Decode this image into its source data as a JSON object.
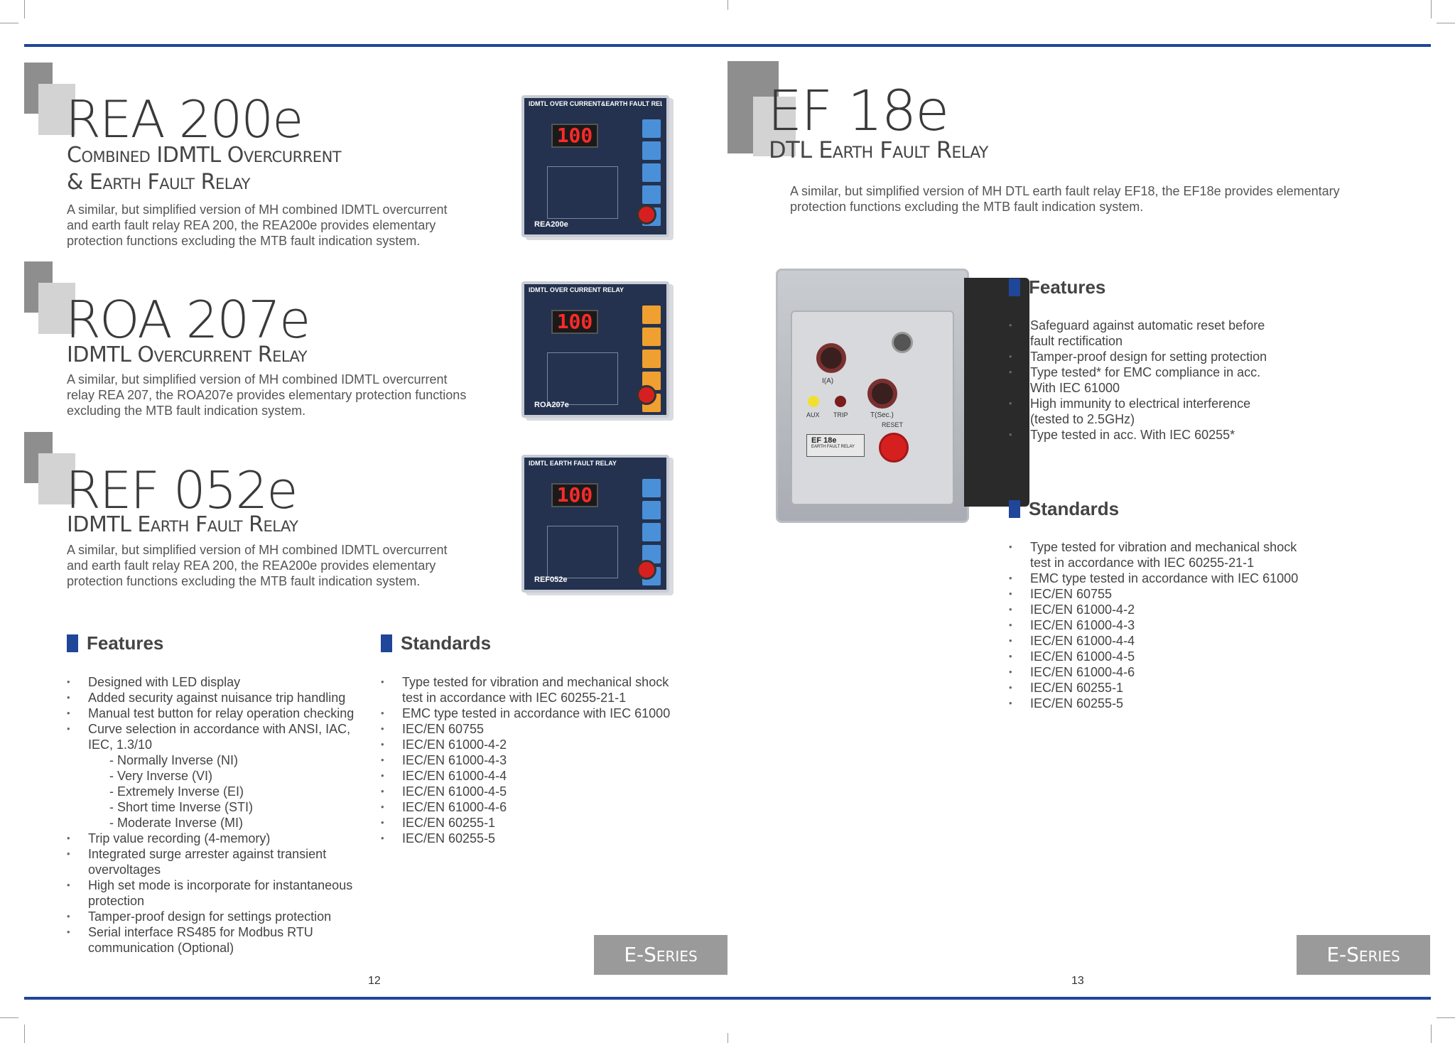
{
  "left_page": {
    "products": [
      {
        "model": "REA 200e",
        "subtitle_lines": [
          "Combined IDMTL Overcurrent",
          "& Earth Fault Relay"
        ],
        "description_lines": [
          "A similar, but simplified version of MH combined IDMTL overcurrent",
          "and earth fault relay REA 200, the REA200e provides elementary",
          "protection functions  excluding the MTB fault indication system."
        ],
        "image": {
          "header": "IDMTL OVER CURRENT&EARTH FAULT RELAY",
          "display": "100",
          "brand": "REA200e",
          "keys_color": "#4a90d9"
        }
      },
      {
        "model": "ROA 207e",
        "subtitle_lines": [
          "IDMTL Overcurrent Relay"
        ],
        "description_lines": [
          "A similar, but simplified version of MH combined IDMTL overcurrent",
          "relay REA 207, the ROA207e provides elementary protection functions",
          "excluding the MTB fault indication system."
        ],
        "image": {
          "header": "IDMTL OVER CURRENT RELAY",
          "display": "100",
          "brand": "ROA207e",
          "keys_color": "#f0a030"
        }
      },
      {
        "model": "REF 052e",
        "subtitle_lines": [
          "IDMTL Earth Fault Relay"
        ],
        "description_lines": [
          "A similar, but simplified version of MH combined IDMTL overcurrent",
          "and earth fault relay REA 200, the REA200e provides elementary",
          "protection functions  excluding the MTB fault indication system."
        ],
        "image": {
          "header": "IDMTL EARTH FAULT RELAY",
          "display": "100",
          "brand": "REF052e",
          "keys_color": "#4a90d9"
        }
      }
    ],
    "features": {
      "heading": "Features",
      "items": [
        {
          "text": "Designed with LED display"
        },
        {
          "text": "Added security against nuisance trip handling"
        },
        {
          "text": "Manual test button for relay operation checking"
        },
        {
          "text": "Curve selection in accordance with ANSI, IAC,"
        },
        {
          "text": "IEC, 1.3/10",
          "cont": true
        },
        {
          "text": "- Normally Inverse (NI)",
          "sub": true
        },
        {
          "text": "- Very Inverse (VI)",
          "sub": true
        },
        {
          "text": "- Extremely Inverse (EI)",
          "sub": true
        },
        {
          "text": "- Short time Inverse (STI)",
          "sub": true
        },
        {
          "text": "- Moderate Inverse (MI)",
          "sub": true
        },
        {
          "text": "Trip value recording (4-memory)"
        },
        {
          "text": "Integrated surge arrester against transient"
        },
        {
          "text": "overvoltages",
          "cont": true
        },
        {
          "text": "High set mode is incorporate for instantaneous"
        },
        {
          "text": "protection",
          "cont": true
        },
        {
          "text": "Tamper-proof design for settings protection"
        },
        {
          "text": "Serial interface RS485 for Modbus RTU"
        },
        {
          "text": "communication (Optional)",
          "cont": true
        }
      ]
    },
    "standards": {
      "heading": "Standards",
      "items": [
        {
          "text": "Type tested for vibration and mechanical shock"
        },
        {
          "text": "test in accordance with IEC 60255-21-1",
          "cont": true
        },
        {
          "text": "EMC type tested in accordance with IEC 61000"
        },
        {
          "text": "IEC/EN 60755"
        },
        {
          "text": "IEC/EN 61000-4-2"
        },
        {
          "text": "IEC/EN 61000-4-3"
        },
        {
          "text": "IEC/EN 61000-4-4"
        },
        {
          "text": "IEC/EN 61000-4-5"
        },
        {
          "text": "IEC/EN 61000-4-6"
        },
        {
          "text": "IEC/EN 60255-1"
        },
        {
          "text": "IEC/EN 60255-5"
        }
      ]
    },
    "series_label": "E-Series",
    "page_number": "12"
  },
  "right_page": {
    "model": "EF 18e",
    "subtitle": "DTL Earth Fault Relay",
    "description_lines": [
      "A similar, but simplified version of MH DTL earth fault relay EF18, the EF18e provides elementary",
      "protection functions excluding the MTB fault indication system."
    ],
    "image": {
      "brand": "EF 18e",
      "sub": "EARTH FAULT RELAY",
      "aux": "AUX",
      "trip": "TRIP",
      "reset": "RESET",
      "dial1": "I(A)",
      "dial2": "T(Sec.)"
    },
    "features": {
      "heading": "Features",
      "items": [
        {
          "text": "Safeguard against automatic reset before"
        },
        {
          "text": "fault rectification",
          "cont": true
        },
        {
          "text": "Tamper-proof design for setting protection"
        },
        {
          "text": "Type tested* for EMC compliance in acc."
        },
        {
          "text": "With IEC 61000",
          "cont": true
        },
        {
          "text": "High immunity to electrical interference"
        },
        {
          "text": "(tested to 2.5GHz)",
          "cont": true
        },
        {
          "text": "Type tested in acc. With IEC 60255*"
        }
      ]
    },
    "standards": {
      "heading": "Standards",
      "items": [
        {
          "text": "Type tested for vibration and mechanical shock"
        },
        {
          "text": "test in accordance with IEC 60255-21-1",
          "cont": true
        },
        {
          "text": "EMC type tested in accordance with IEC 61000"
        },
        {
          "text": "IEC/EN 60755"
        },
        {
          "text": "IEC/EN 61000-4-2"
        },
        {
          "text": "IEC/EN 61000-4-3"
        },
        {
          "text": "IEC/EN 61000-4-4"
        },
        {
          "text": "IEC/EN 61000-4-5"
        },
        {
          "text": "IEC/EN 61000-4-6"
        },
        {
          "text": "IEC/EN 60255-1"
        },
        {
          "text": "IEC/EN 60255-5"
        }
      ]
    },
    "series_label": "E-Series",
    "page_number": "13"
  }
}
